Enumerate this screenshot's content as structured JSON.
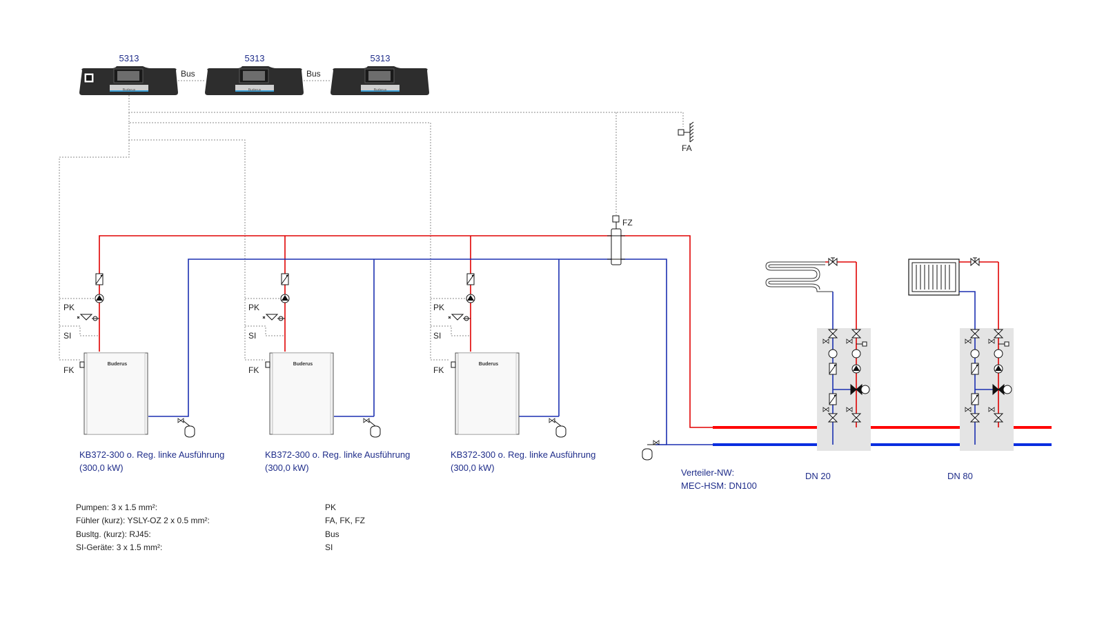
{
  "controllers": [
    {
      "model": "5313"
    },
    {
      "model": "5313"
    },
    {
      "model": "5313"
    }
  ],
  "bus_labels": [
    "Bus",
    "Bus"
  ],
  "controller_brand": "Buderus",
  "sensors": {
    "outdoor": "FA",
    "header": "FZ"
  },
  "boilers": [
    {
      "pump_label": "PK",
      "safety_label": "SI",
      "sensor_label": "FK",
      "name": "KB372-300 o. Reg. linke Ausführung",
      "power": "(300,0 kW)",
      "brand": "Buderus"
    },
    {
      "pump_label": "PK",
      "safety_label": "SI",
      "sensor_label": "FK",
      "name": "KB372-300 o. Reg. linke Ausführung",
      "power": "(300,0 kW)",
      "brand": "Buderus"
    },
    {
      "pump_label": "PK",
      "safety_label": "SI",
      "sensor_label": "FK",
      "name": "KB372-300 o. Reg. linke Ausführung",
      "power": "(300,0 kW)",
      "brand": "Buderus"
    }
  ],
  "distributor": {
    "line1": "Verteiler-NW:",
    "line2": "MEC-HSM: DN100"
  },
  "circuits": [
    {
      "label": "DN 20",
      "emitter": "underfloor"
    },
    {
      "label": "DN 80",
      "emitter": "radiator"
    }
  ],
  "legend": [
    {
      "cable": "Pumpen: 3 x 1.5 mm²:",
      "devices": "PK"
    },
    {
      "cable": "Fühler (kurz): YSLY-OZ 2 x 0.5 mm²:",
      "devices": "FA, FK, FZ"
    },
    {
      "cable": "Busltg. (kurz): RJ45:",
      "devices": "Bus"
    },
    {
      "cable": "SI-Geräte: 3 x 1.5 mm²:",
      "devices": "SI"
    }
  ],
  "colors": {
    "supply": "#e00000",
    "return": "#1a2fb0",
    "text_label": "#1f2d8a",
    "controller": "#2d2d2d"
  }
}
